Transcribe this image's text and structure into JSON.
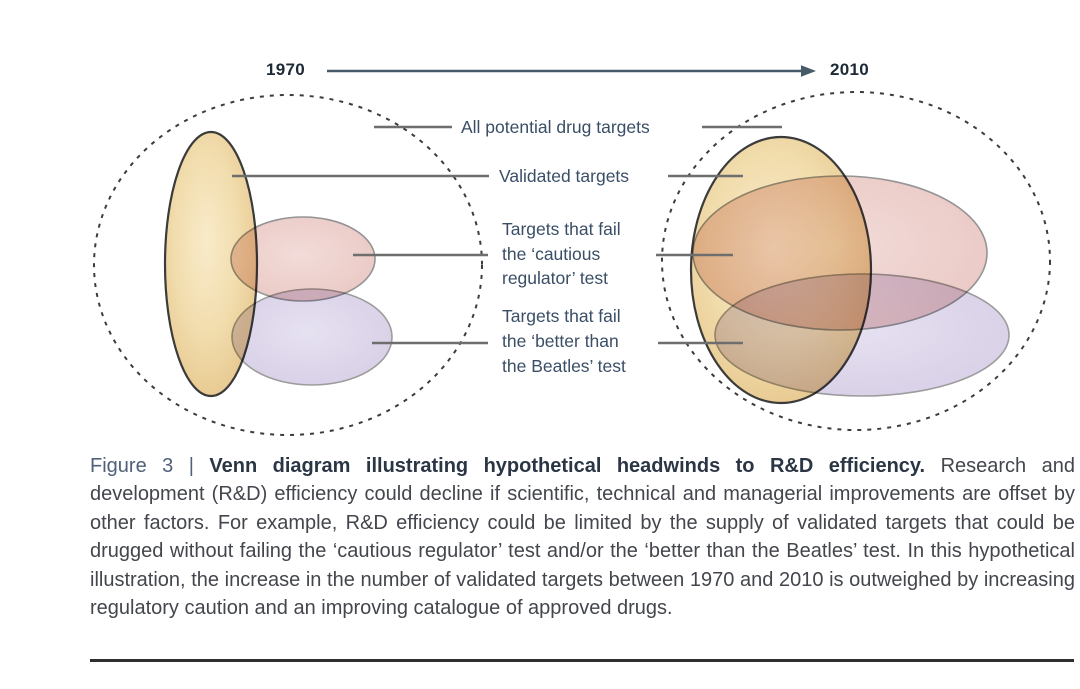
{
  "timeline": {
    "start_year": "1970",
    "end_year": "2010"
  },
  "labels": {
    "all_targets": "All potential drug targets",
    "validated": "Validated targets",
    "cautious_line1": "Targets that fail",
    "cautious_line2": "the ‘cautious",
    "cautious_line3": "regulator’ test",
    "beatles_line1": "Targets that fail",
    "beatles_line2": "the ‘better than",
    "beatles_line3": "the Beatles’ test"
  },
  "venn": {
    "outer_set": "All potential drug targets",
    "inner_sets": [
      "Validated targets",
      "Targets that fail the ‘cautious regulator’ test",
      "Targets that fail the ‘better than the Beatles’ test"
    ]
  },
  "caption": {
    "figure_label": "Figure 3 | ",
    "bold_title": "Venn diagram illustrating hypothetical headwinds to R&D efficiency.",
    "body": " Research and development (R&D) efficiency could decline if scientific, technical and managerial improvements are offset by other factors. For example, R&D efficiency could be limited by the supply of validated targets that could be drugged without failing the ‘cautious regulator’ test and/or the ‘better than the Beatles’ test. In this hypothetical illustration, the increase in the number of validated targets between 1970 and 2010 is outweighed by increasing regulatory caution and an improving catalogue of approved drugs."
  },
  "colors": {
    "validated_fill": "#eed4a4",
    "cautious_fill": "#eccbc7",
    "beatles_fill": "#dbd3e8",
    "validated_stroke": "#3b3b3b",
    "cautious_stroke": "#949494",
    "beatles_stroke": "#9d9d9d",
    "dashed_boundary_stroke": "#3c3c3c",
    "label_text": "#3a4e66",
    "arrow": "#465a68",
    "leader_line": "#6e6e6e"
  }
}
